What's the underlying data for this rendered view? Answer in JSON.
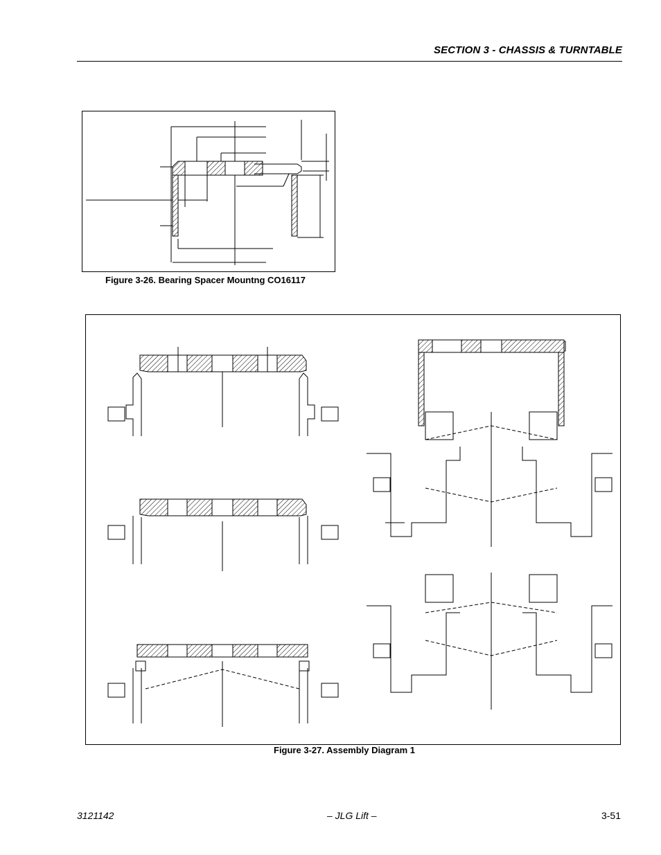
{
  "header": {
    "section_title": "SECTION 3 - CHASSIS & TURNTABLE"
  },
  "figures": [
    {
      "caption": "Figure 3-26.  Bearing Spacer Mountng CO16117"
    },
    {
      "caption": "Figure 3-27.  Assembly Diagram 1"
    }
  ],
  "footer": {
    "doc_number": "3121142",
    "center": "– JLG Lift –",
    "page_number": "3-51"
  }
}
